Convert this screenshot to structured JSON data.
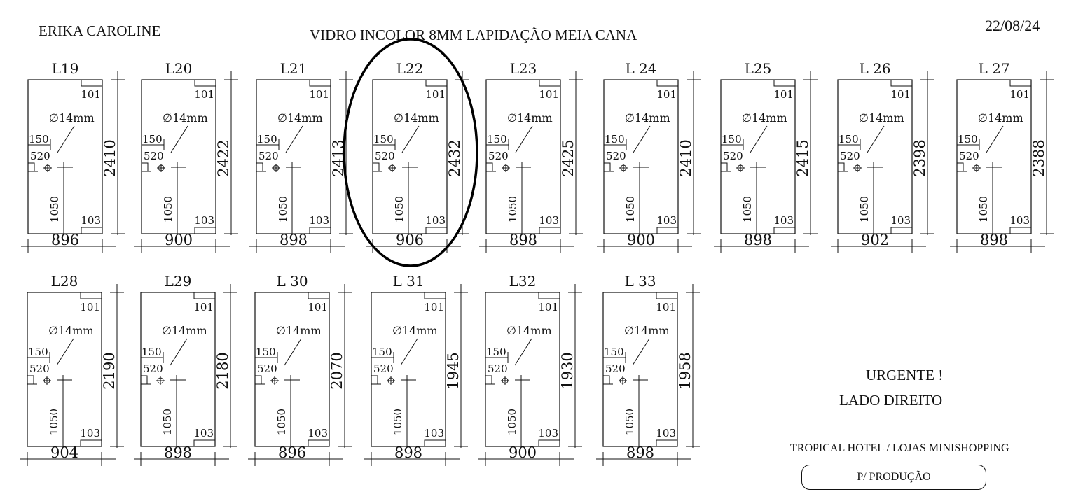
{
  "header": {
    "client": "ERIKA CAROLINE",
    "spec": "VIDRO INCOLOR 8MM    LAPIDAÇÃO MEIA CANA",
    "date": "22/08/24"
  },
  "notes": {
    "urgent": "URGENTE !",
    "side": "LADO DIREITO",
    "project": "TROPICAL HOTEL / LOJAS MINISHOPPING",
    "production": "P/ PRODUÇÃO"
  },
  "panel_labels": {
    "corner_top": "101",
    "corner_bottom": "103",
    "hole": "∅14mm",
    "offset_a": "150",
    "offset_b": "520",
    "offset_c": "1050"
  },
  "highlight": "L22",
  "panels": [
    {
      "id": "L19",
      "height": "2410",
      "width": "896"
    },
    {
      "id": "L20",
      "height": "2422",
      "width": "900"
    },
    {
      "id": "L21",
      "height": "2413",
      "width": "898"
    },
    {
      "id": "L22",
      "height": "2432",
      "width": "906"
    },
    {
      "id": "L23",
      "height": "2425",
      "width": "898"
    },
    {
      "id": "L 24",
      "height": "2410",
      "width": "900"
    },
    {
      "id": "L25",
      "height": "2415",
      "width": "898"
    },
    {
      "id": "L 26",
      "height": "2398",
      "width": "902"
    },
    {
      "id": "L 27",
      "height": "2388",
      "width": "898"
    },
    {
      "id": "L28",
      "height": "2190",
      "width": "904"
    },
    {
      "id": "L29",
      "height": "2180",
      "width": "898"
    },
    {
      "id": "L 30",
      "height": "2070",
      "width": "896"
    },
    {
      "id": "L 31",
      "height": "1945",
      "width": "898"
    },
    {
      "id": "L32",
      "height": "1930",
      "width": "900"
    },
    {
      "id": "L 33",
      "height": "1958",
      "width": "898"
    }
  ]
}
